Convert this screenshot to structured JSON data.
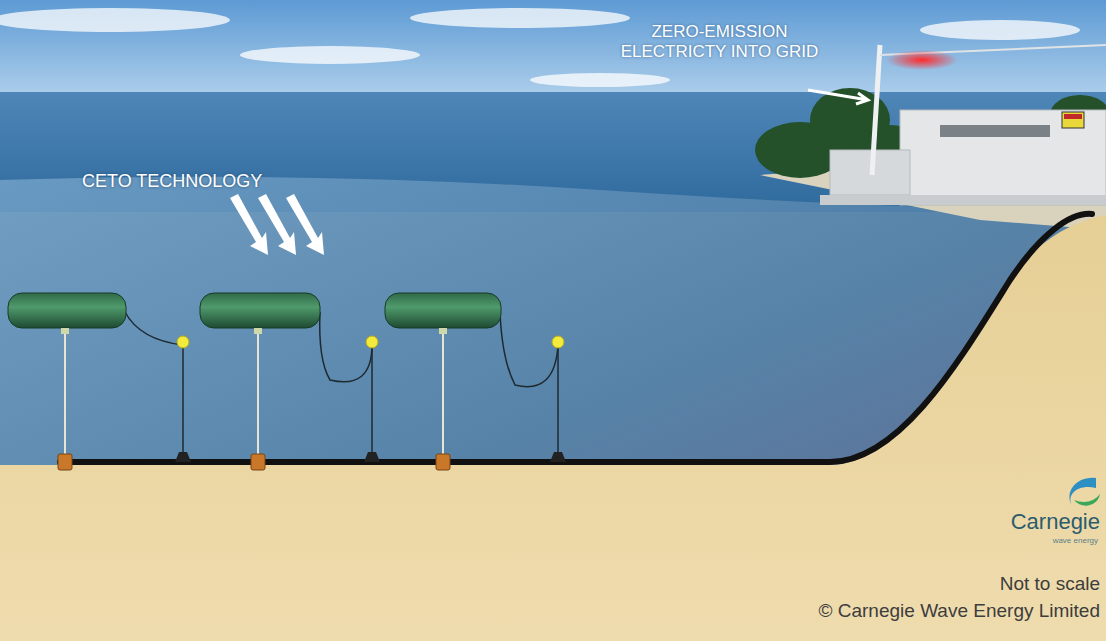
{
  "diagram": {
    "labels": [
      "CETO TECHNOLOGY",
      "ZERO-EMISSION ELECTRICTY INTO GRID",
      "Carnegie",
      "wave energy",
      "Not to scale",
      "© Carnegie Wave Energy Limited"
    ]
  }
}
